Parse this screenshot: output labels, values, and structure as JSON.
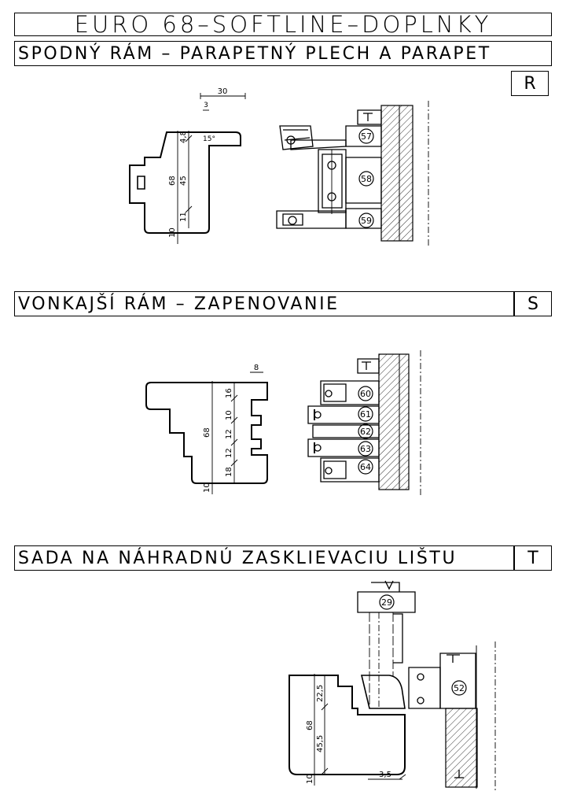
{
  "header": {
    "title": "EURO 68–SOFTLINE–DOPLNKY"
  },
  "sections": [
    {
      "title": "SPODNÝ RÁM – PARAPETNÝ PLECH A PARAPET",
      "code": "R",
      "profile_dims": [
        "4,8",
        "45",
        "11",
        "68",
        "10"
      ],
      "scale_dims": [
        "30",
        "3"
      ],
      "angle": "15°",
      "tools": [
        "57",
        "58",
        "59"
      ]
    },
    {
      "title": "VONKAJŠÍ RÁM – ZAPENOVANIE",
      "code": "S",
      "profile_dims": [
        "16",
        "10",
        "12",
        "12",
        "18",
        "68",
        "10"
      ],
      "scale_dims": [
        "8"
      ],
      "tools": [
        "60",
        "61",
        "62",
        "63",
        "64"
      ]
    },
    {
      "title": "SADA NA NÁHRADNÚ ZASKLIEVACIU LIŠTU",
      "code": "T",
      "profile_dims": [
        "22,5",
        "45,5",
        "68",
        "10"
      ],
      "scale_dims": [
        "3,5"
      ],
      "tools": [
        "29",
        "52"
      ]
    }
  ]
}
